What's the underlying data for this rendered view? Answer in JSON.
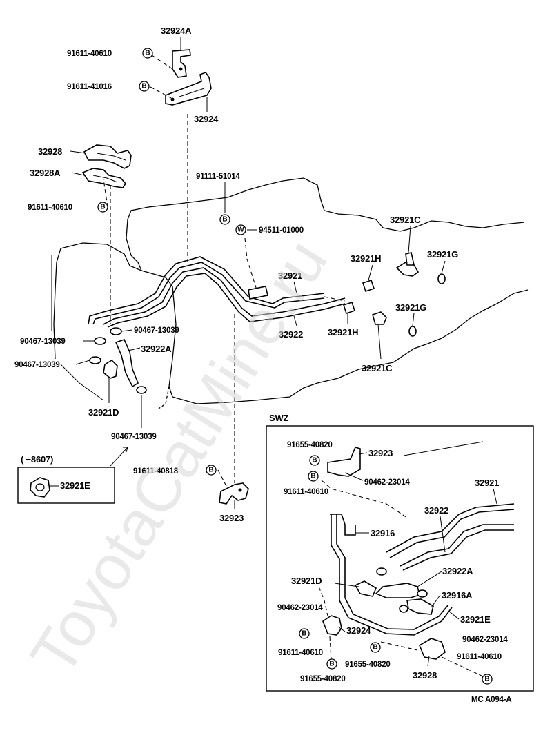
{
  "watermark": "ToyotaCatMine.ru",
  "diagram_code": "MC  A094-A",
  "inset_title": "SWZ",
  "date_box_label": "(       −8607)",
  "symbols": {
    "bolt": "B",
    "washer": "W"
  },
  "labels": {
    "p32924A": "32924A",
    "b91611_40610_top": "91611-40610",
    "b91611_41016": "91611-41016",
    "p32924": "32924",
    "p32928": "32928",
    "p32928A": "32928A",
    "b91611_40610_mid": "91611-40610",
    "b91111_51014": "91111-51014",
    "w94511_01000": "94511-01000",
    "p32921C_top": "32921C",
    "p32921H_top": "32921H",
    "p32921G_top": "32921G",
    "p32921": "32921",
    "p32922": "32922",
    "p32921H_bot": "32921H",
    "p32921G_bot": "32921G",
    "p32921C_bot": "32921C",
    "c90467_13039_a": "90467-13039",
    "c90467_13039_b": "90467-13039",
    "c90467_13039_c": "90467-13039",
    "c90467_13039_d": "90467-13039",
    "p32922A": "32922A",
    "p32921D": "32921D",
    "p32921E": "32921E",
    "b91611_40818": "91611-40818",
    "p32923": "32923",
    "swz_91655_40820_top": "91655-40820",
    "swz_32923": "32923",
    "swz_90462_23014_top": "90462-23014",
    "swz_91611_40610_top": "91611-40610",
    "swz_32921": "32921",
    "swz_32922": "32922",
    "swz_32916": "32916",
    "swz_32921D": "32921D",
    "swz_32922A": "32922A",
    "swz_32916A": "32916A",
    "swz_90462_23014_left": "90462-23014",
    "swz_32921E": "32921E",
    "swz_32924": "32924",
    "swz_91611_40610_left": "91611-40610",
    "swz_91655_40820_mid": "91655-40820",
    "swz_91655_40820_bot": "91655-40820",
    "swz_32928": "32928",
    "swz_90462_23014_right": "90462-23014",
    "swz_91611_40610_right": "91611-40610"
  }
}
